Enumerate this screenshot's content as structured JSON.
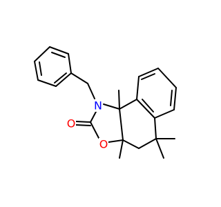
{
  "colors": {
    "bond": "#000000",
    "nitrogen": "#0000ff",
    "oxygen": "#ff0000"
  },
  "atoms": {
    "nitrogen": "N",
    "carbonyl_oxygen": "O",
    "ring_oxygen": "O"
  }
}
